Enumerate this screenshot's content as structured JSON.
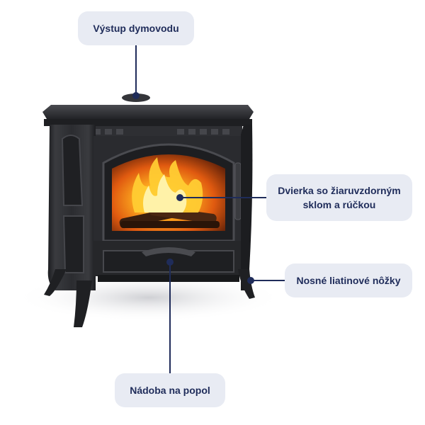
{
  "labels": {
    "flue_outlet": "Výstup dymovodu",
    "door_line1": "Dvierka so žiaruvzdorným",
    "door_line2": "sklom a rúčkou",
    "feet": "Nosné liatinové nôžky",
    "ash_pan": "Nádoba na popol"
  },
  "colors": {
    "label_background": "#e8ebf3",
    "label_text": "#1f2c5a",
    "leader_line": "#1f2c5a",
    "stove_body": "#2a2b2e"
  },
  "icons": {
    "stove": "cast-iron-stove-illustration",
    "flame": "fire-flame-illustration"
  }
}
